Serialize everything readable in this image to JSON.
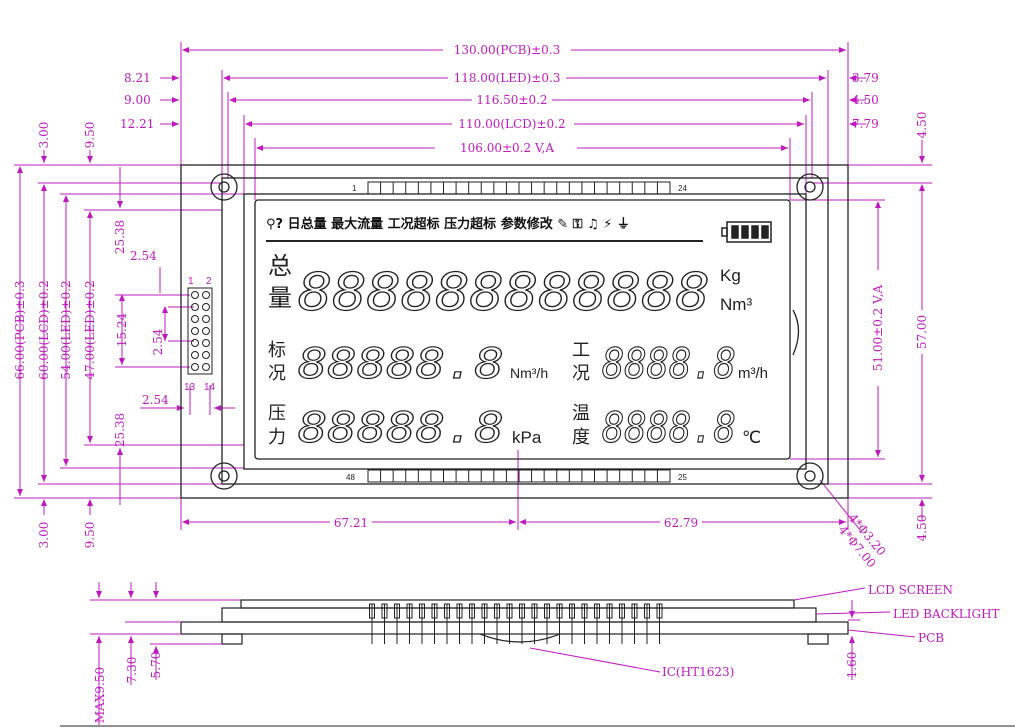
{
  "dimensions": {
    "pcb_width": "130.00(PCB)±0.3",
    "led_width": "118.00(LED)±0.3",
    "va_width_outer": "116.50±0.2",
    "lcd_width": "110.00(LCD)±0.2",
    "va_width": "106.00±0.2  V,A",
    "left_821": "8.21",
    "left_900": "9.00",
    "left_1221": "12.21",
    "right_379": "3.79",
    "right_450": "4.50",
    "right_779": "7.79",
    "top_300": "3.00",
    "top_950": "9.50",
    "right_top_450": "4.50",
    "pcb_height": "66.00(PCB)±0.3",
    "lcd_height": "60.00(LCD)±0.2",
    "led_height": "54.00(LED)±0.2",
    "led_height2": "47.00(LED)±0.2",
    "d2538_top": "25.38",
    "d254_a": "2.54",
    "d1524": "15.24",
    "d254_b": "2.54",
    "d2538_bot": "25.38",
    "d254_c": "2.54",
    "va_height": "51.00±0.2  V,A",
    "h5700": "57.00",
    "bottom_300": "3.00",
    "bottom_950": "9.50",
    "bottom_6721": "67.21",
    "bottom_6279": "62.79",
    "bottom_right_450": "4.50",
    "hole_a": "4*Φ3.20",
    "hole_b": "4*Φ7.00",
    "side_950": "MAX9.50",
    "side_730": "7.30",
    "side_570": "5.70",
    "side_160": "1.60"
  },
  "pins": {
    "pin1": "1",
    "pin24": "24",
    "pin48": "48",
    "pin25": "25",
    "conn1": "1",
    "conn2": "2",
    "conn13": "13",
    "conn14": "14"
  },
  "lcd": {
    "icon_row": "⚲? 日总量 最大流量 工况超标 压力超标 参数修改 ✎ ⚿ ♫ ⚡ ⏚",
    "row1_label_a": "总",
    "row1_label_b": "量",
    "row1_digits": "888888888888",
    "row1_unit_a": "Kg",
    "row1_unit_b": "Nm³",
    "row2_label_a": "标",
    "row2_label_b": "况",
    "row2_digits": "88888.8",
    "row2_unit": "Nm³/h",
    "row2r_label_a": "工",
    "row2r_label_b": "况",
    "row2r_digits": "8888.8",
    "row2r_unit": "m³/h",
    "row3_label_a": "压",
    "row3_label_b": "力",
    "row3_digits": "88888.8",
    "row3_unit": "kPa",
    "row3r_label_a": "温",
    "row3r_label_b": "度",
    "row3r_digits": "8888.8",
    "row3r_unit": "℃"
  },
  "callouts": {
    "lcd_screen": "LCD SCREEN",
    "led_backlight": "LED BACKLIGHT",
    "pcb": "PCB",
    "ic": "IC(HT1623)"
  },
  "colors": {
    "dimension": "#c018c0",
    "outline": "#222222"
  }
}
